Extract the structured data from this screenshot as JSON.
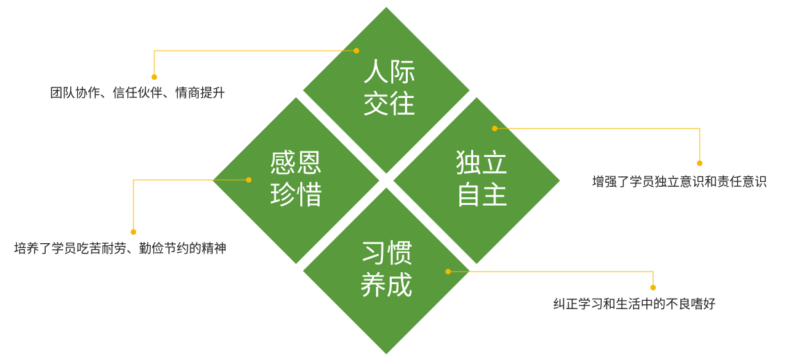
{
  "colors": {
    "diamond": "#589a3c",
    "connector": "#f5b800",
    "text": "#222222"
  },
  "diamonds": [
    {
      "id": "top",
      "line1": "人际",
      "line2": "交往",
      "caption": "团队协作、信任伙伴、情商提升"
    },
    {
      "id": "left",
      "line1": "感恩",
      "line2": "珍惜",
      "caption": "培养了学员吃苦耐劳、勤俭节约的精神"
    },
    {
      "id": "right",
      "line1": "独立",
      "line2": "自主",
      "caption": "增强了学员独立意识和责任意识"
    },
    {
      "id": "bottom",
      "line1": "习惯",
      "line2": "养成",
      "caption": "纠正学习和生活中的不良嗜好"
    }
  ]
}
